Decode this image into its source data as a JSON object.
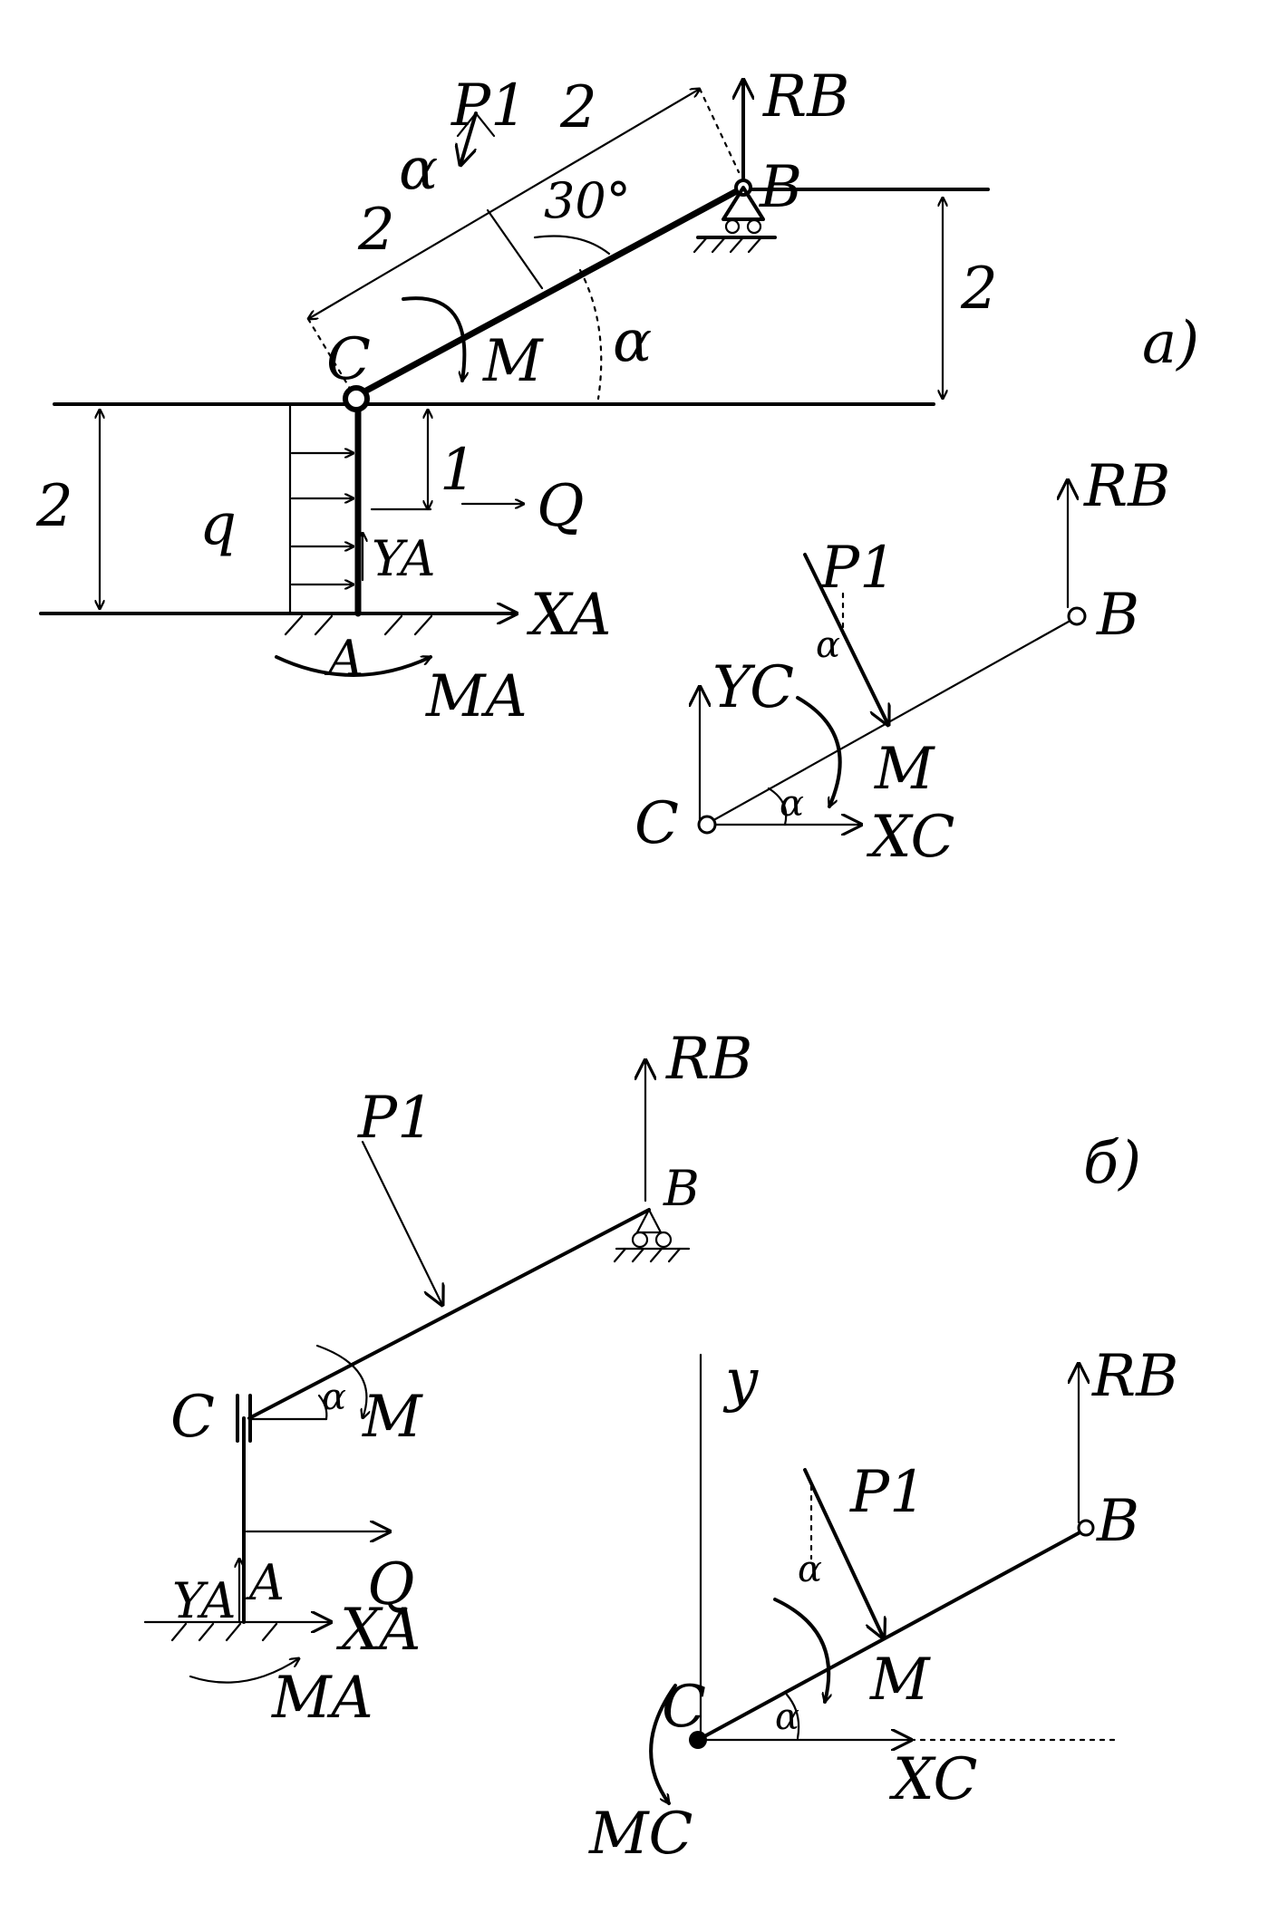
{
  "panel_a": {
    "tag": "a)",
    "labels": {
      "P1": "P1",
      "RB": "RB",
      "B": "B",
      "C": "C",
      "M": "M",
      "alpha": "α",
      "len_2a": "2",
      "len_2b": "2",
      "ang_30": "30°",
      "h_2": "2",
      "h_left": "2",
      "h_1": "1",
      "q": "q",
      "Q": "Q",
      "YA": "YA",
      "XA": "XA",
      "A": "A",
      "MA": "MA"
    }
  },
  "panel_a_fbd": {
    "labels": {
      "P1": "P1",
      "RB": "RB",
      "B": "B",
      "C": "C",
      "YC": "YC",
      "XC": "XC",
      "M": "M",
      "alpha1": "α",
      "alpha2": "α"
    }
  },
  "panel_b": {
    "tag": "б)",
    "labels": {
      "P1": "P1",
      "RB": "RB",
      "B": "B",
      "C": "C",
      "M": "M",
      "alpha": "α",
      "YA": "YA",
      "A": "A",
      "Q": "Q",
      "XA": "XA",
      "MA": "MA"
    }
  },
  "panel_b_fbd": {
    "labels": {
      "y": "y",
      "RB": "RB",
      "P1": "P1",
      "B": "B",
      "alpha1": "α",
      "C": "C",
      "M": "M",
      "alpha2": "α",
      "XC": "XC",
      "MC": "MC"
    }
  }
}
